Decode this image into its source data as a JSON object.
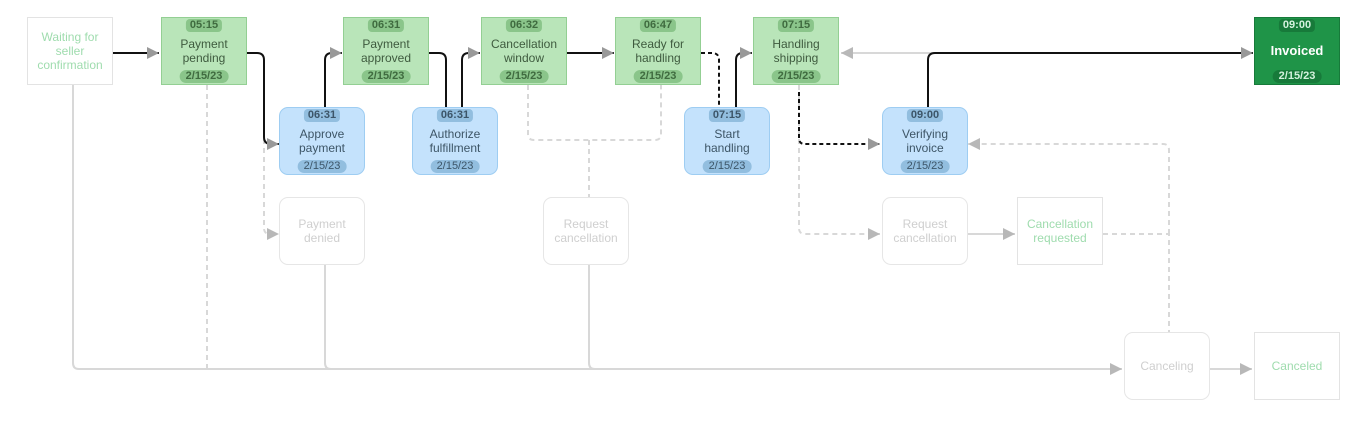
{
  "nodes": {
    "waiting": {
      "label": "Waiting for\nseller\nconfirmation"
    },
    "payment_pending": {
      "label": "Payment\npending",
      "time": "05:15",
      "date": "2/15/23"
    },
    "payment_approved": {
      "label": "Payment\napproved",
      "time": "06:31",
      "date": "2/15/23"
    },
    "cancellation_window": {
      "label": "Cancellation\nwindow",
      "time": "06:32",
      "date": "2/15/23"
    },
    "ready_for_handling": {
      "label": "Ready for\nhandling",
      "time": "06:47",
      "date": "2/15/23"
    },
    "handling_shipping": {
      "label": "Handling\nshipping",
      "time": "07:15",
      "date": "2/15/23"
    },
    "invoiced": {
      "label": "Invoiced",
      "time": "09:00",
      "date": "2/15/23"
    },
    "approve_payment": {
      "label": "Approve\npayment",
      "time": "06:31",
      "date": "2/15/23"
    },
    "authorize_fulfillment": {
      "label": "Authorize\nfulfillment",
      "time": "06:31",
      "date": "2/15/23"
    },
    "start_handling": {
      "label": "Start\nhandling",
      "time": "07:15",
      "date": "2/15/23"
    },
    "verifying_invoice": {
      "label": "Verifying\ninvoice",
      "time": "09:00",
      "date": "2/15/23"
    },
    "payment_denied": {
      "label": "Payment\ndenied"
    },
    "request_cancellation_1": {
      "label": "Request\ncancellation"
    },
    "request_cancellation_2": {
      "label": "Request\ncancellation"
    },
    "cancellation_requested": {
      "label": "Cancellation\nrequested"
    },
    "canceling": {
      "label": "Canceling"
    },
    "canceled": {
      "label": "Canceled"
    }
  },
  "colors": {
    "status_done": "#b9e5b9",
    "status_final": "#1f9448",
    "action_done": "#c4e2fc",
    "edge_active": "#111111",
    "edge_inactive": "#d6d6d6"
  }
}
